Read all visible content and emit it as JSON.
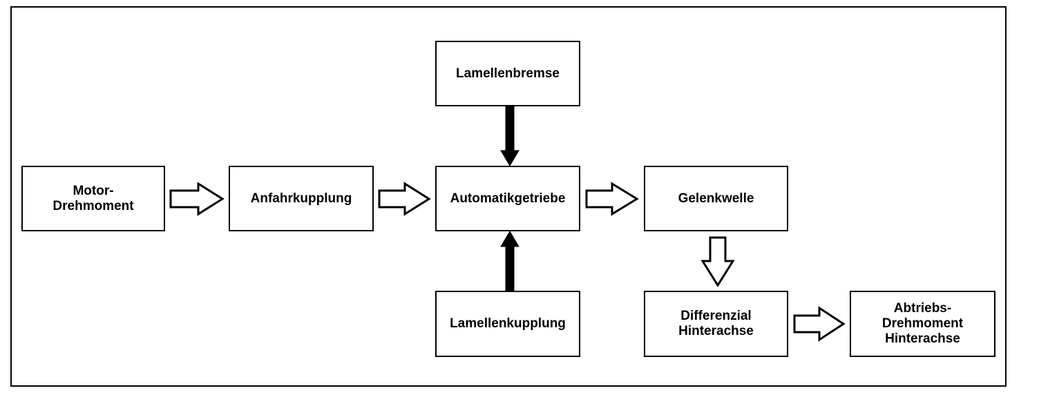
{
  "diagram": {
    "nodes": {
      "motor": {
        "label": "Motor-\nDrehmoment"
      },
      "anfahr": {
        "label": "Anfahrkupplung"
      },
      "automatik": {
        "label": "Automatikgetriebe"
      },
      "bremse": {
        "label": "Lamellenbremse"
      },
      "lamkupplung": {
        "label": "Lamellenkupplung"
      },
      "gelenk": {
        "label": "Gelenkwelle"
      },
      "differenzial": {
        "label": "Differenzial\nHinterachse"
      },
      "abtrieb": {
        "label": "Abtriebs-\nDrehmoment\nHinterachse"
      }
    },
    "edges": [
      {
        "from": "motor",
        "to": "anfahr",
        "style": "hollow"
      },
      {
        "from": "anfahr",
        "to": "automatik",
        "style": "hollow"
      },
      {
        "from": "automatik",
        "to": "gelenk",
        "style": "hollow"
      },
      {
        "from": "gelenk",
        "to": "differenzial",
        "style": "hollow"
      },
      {
        "from": "differenzial",
        "to": "abtrieb",
        "style": "hollow"
      },
      {
        "from": "bremse",
        "to": "automatik",
        "style": "solid"
      },
      {
        "from": "lamkupplung",
        "to": "automatik",
        "style": "solid"
      }
    ]
  }
}
